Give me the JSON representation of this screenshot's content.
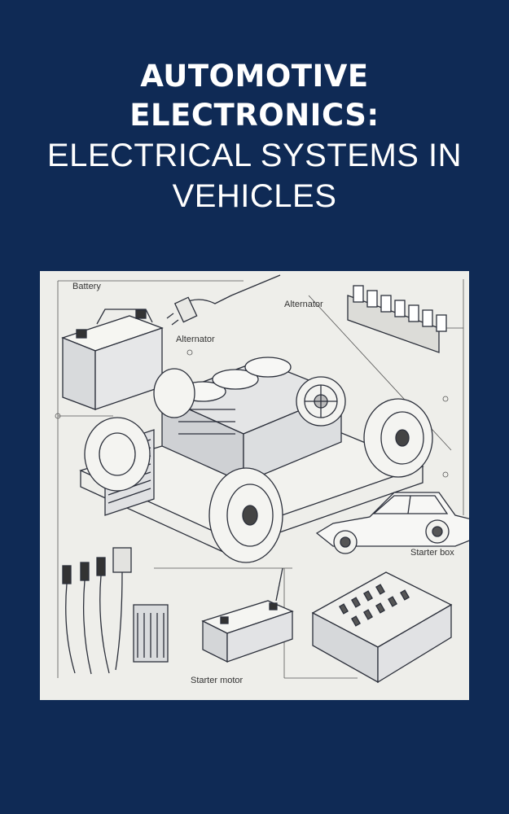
{
  "cover": {
    "title_line1": "AUTOMOTIVE",
    "title_line2": "ELECTRONICS:",
    "subtitle_line1": "ELECTRICAL SYSTEMS IN",
    "subtitle_line2": "VEHICLES"
  },
  "illustration": {
    "labels": {
      "battery": "Battery",
      "alternator_top": "Alternator",
      "alternator_left": "Alternator",
      "starter_box": "Starter box",
      "starter_motor": "Starter motor"
    }
  },
  "colors": {
    "background": "#0f2a55",
    "illustration_bg": "#eeeeea",
    "title_text": "#ffffff"
  }
}
